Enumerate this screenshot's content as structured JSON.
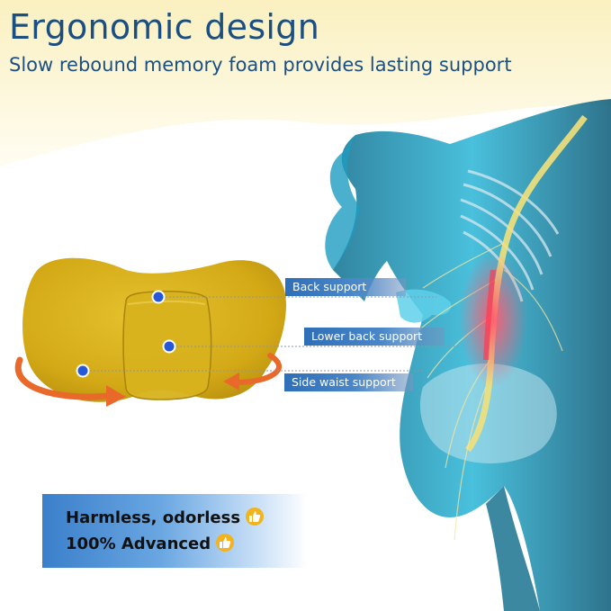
{
  "header": {
    "title": "Ergonomic design",
    "subtitle": "Slow rebound memory foam provides lasting support"
  },
  "labels": {
    "back_support": "Back support",
    "lower_back_support": "Lower back support",
    "side_waist_support": "Side waist support"
  },
  "features": {
    "line1": "Harmless, odorless",
    "line2": "100% Advanced"
  },
  "colors": {
    "title": "#1b4f82",
    "pillow": "#d9b01a",
    "label_bg": "#2f6fb8",
    "accent_arrow": "#e8692a",
    "background_wave": "#fbf2c4"
  },
  "icons": {
    "feature_icon": "thumbs-up-icon",
    "marker": "blue-dot-marker"
  }
}
